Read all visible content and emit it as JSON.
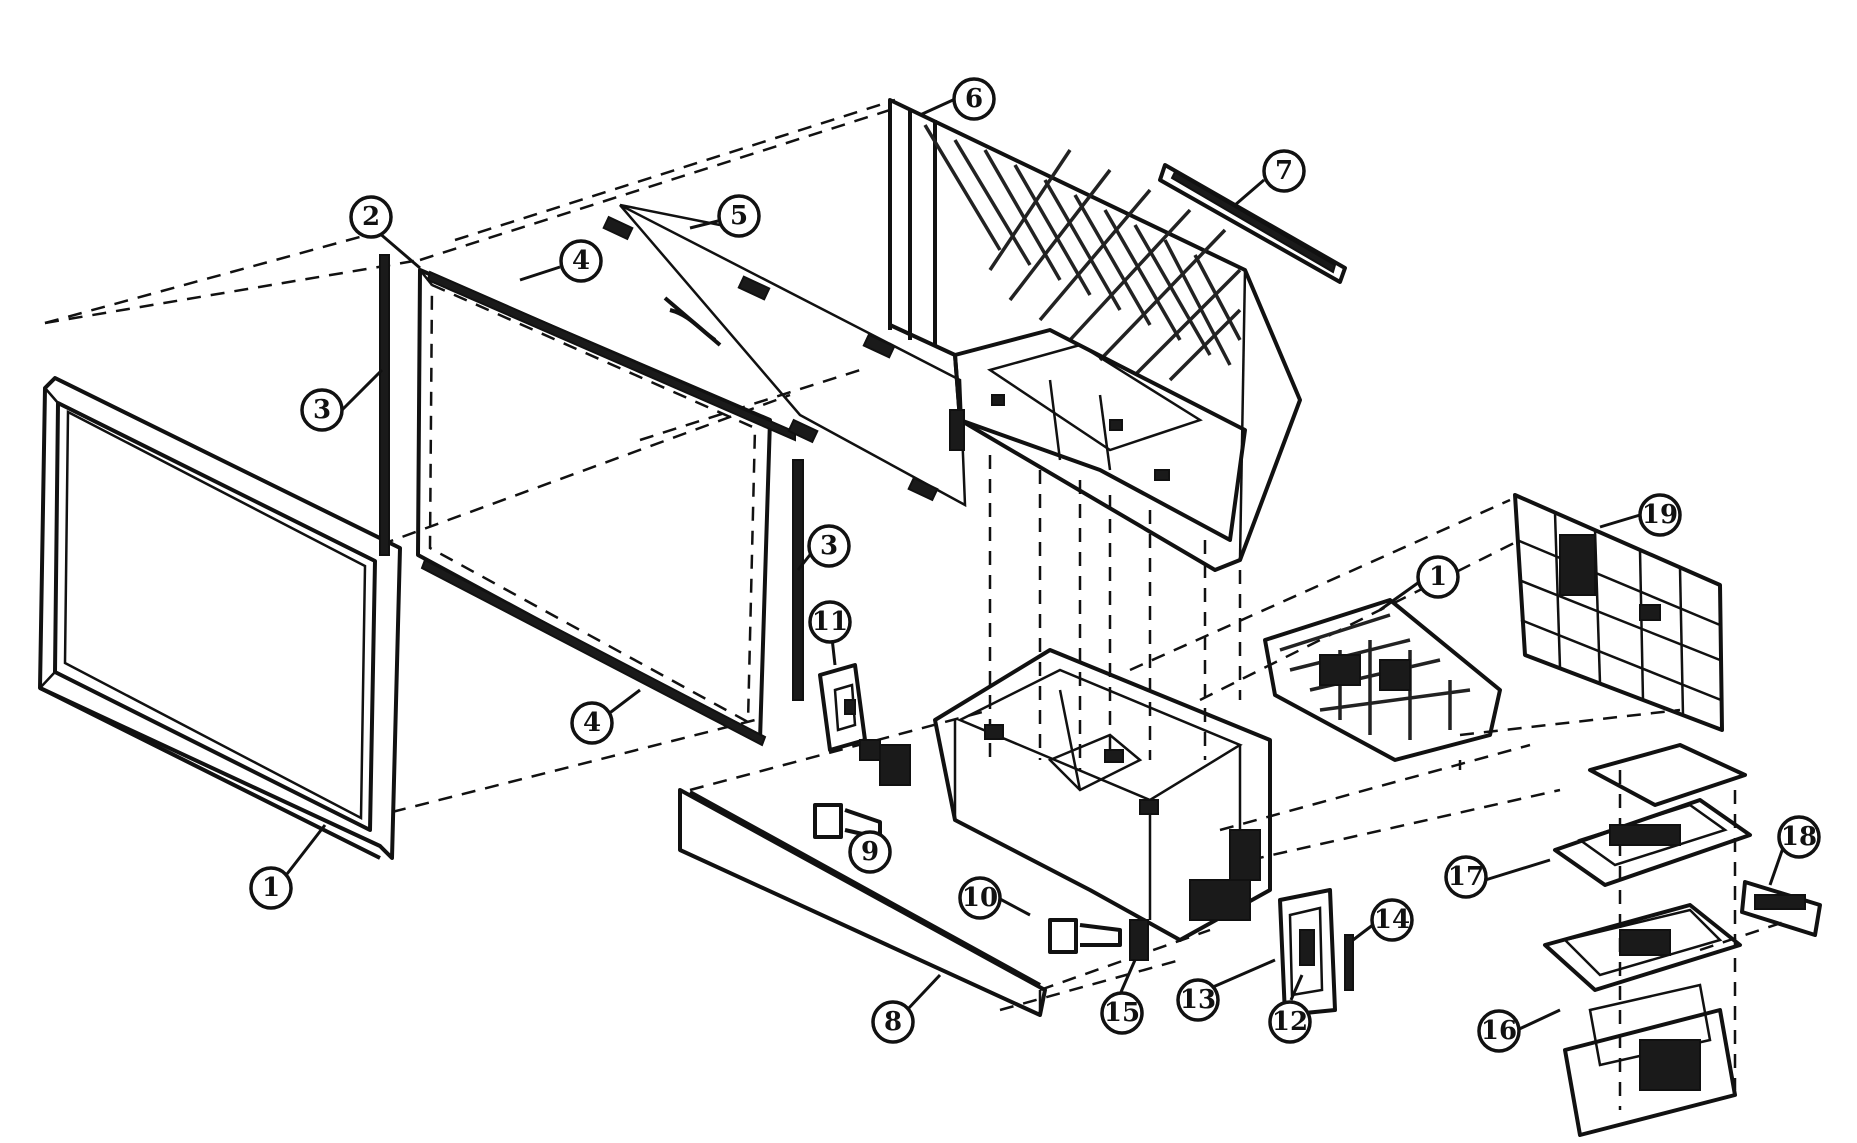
{
  "diagram": {
    "callouts": [
      {
        "label": "1"
      },
      {
        "label": "2"
      },
      {
        "label": "3"
      },
      {
        "label": "4"
      },
      {
        "label": "5"
      },
      {
        "label": "6"
      },
      {
        "label": "7"
      },
      {
        "label": "3"
      },
      {
        "label": "4"
      },
      {
        "label": "11"
      },
      {
        "label": "1"
      },
      {
        "label": "19"
      },
      {
        "label": "9"
      },
      {
        "label": "10"
      },
      {
        "label": "8"
      },
      {
        "label": "15"
      },
      {
        "label": "13"
      },
      {
        "label": "12"
      },
      {
        "label": "14"
      },
      {
        "label": "17"
      },
      {
        "label": "18"
      },
      {
        "label": "16"
      }
    ]
  }
}
